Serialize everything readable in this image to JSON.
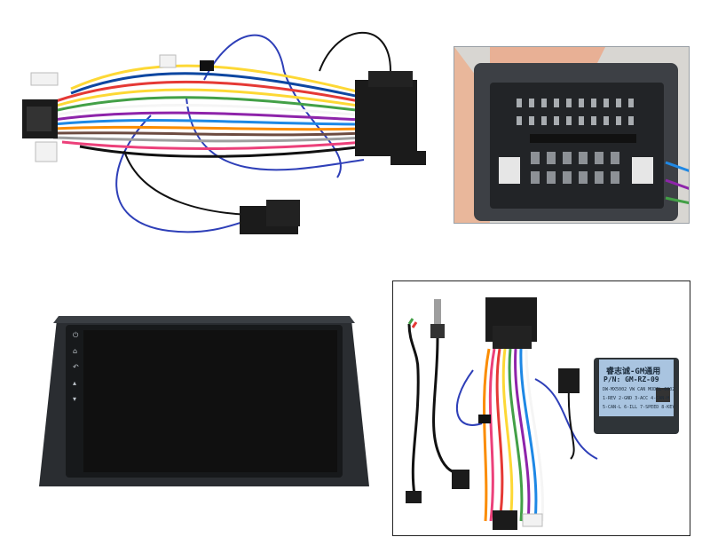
{
  "product_images": {
    "wiring_harness": {
      "caption": ""
    },
    "connector_closeup": {
      "caption": ""
    },
    "head_unit": {
      "side_icons": [
        "power-icon",
        "home-icon",
        "back-icon",
        "volume-up-icon",
        "volume-down-icon"
      ]
    },
    "kit_contents": {
      "canbus_box": {
        "title": "睿志诚-GM通用",
        "part_number": "P/N: GM-RZ-09",
        "fine_print_1": "DW-MX5002 VW CAN MODEL-0002",
        "fine_print_2": "1-REV 2-GND 3-ACC 4-CAN-H",
        "fine_print_3": "5-CAN-L 6-ILL 7-SPEED 8-KEY"
      }
    }
  },
  "colors": {
    "connector_black": "#1b1b1b",
    "screen_black": "#101010",
    "bezel_gray": "#2a2d31",
    "box_label_blue": "#a9c4e0"
  }
}
